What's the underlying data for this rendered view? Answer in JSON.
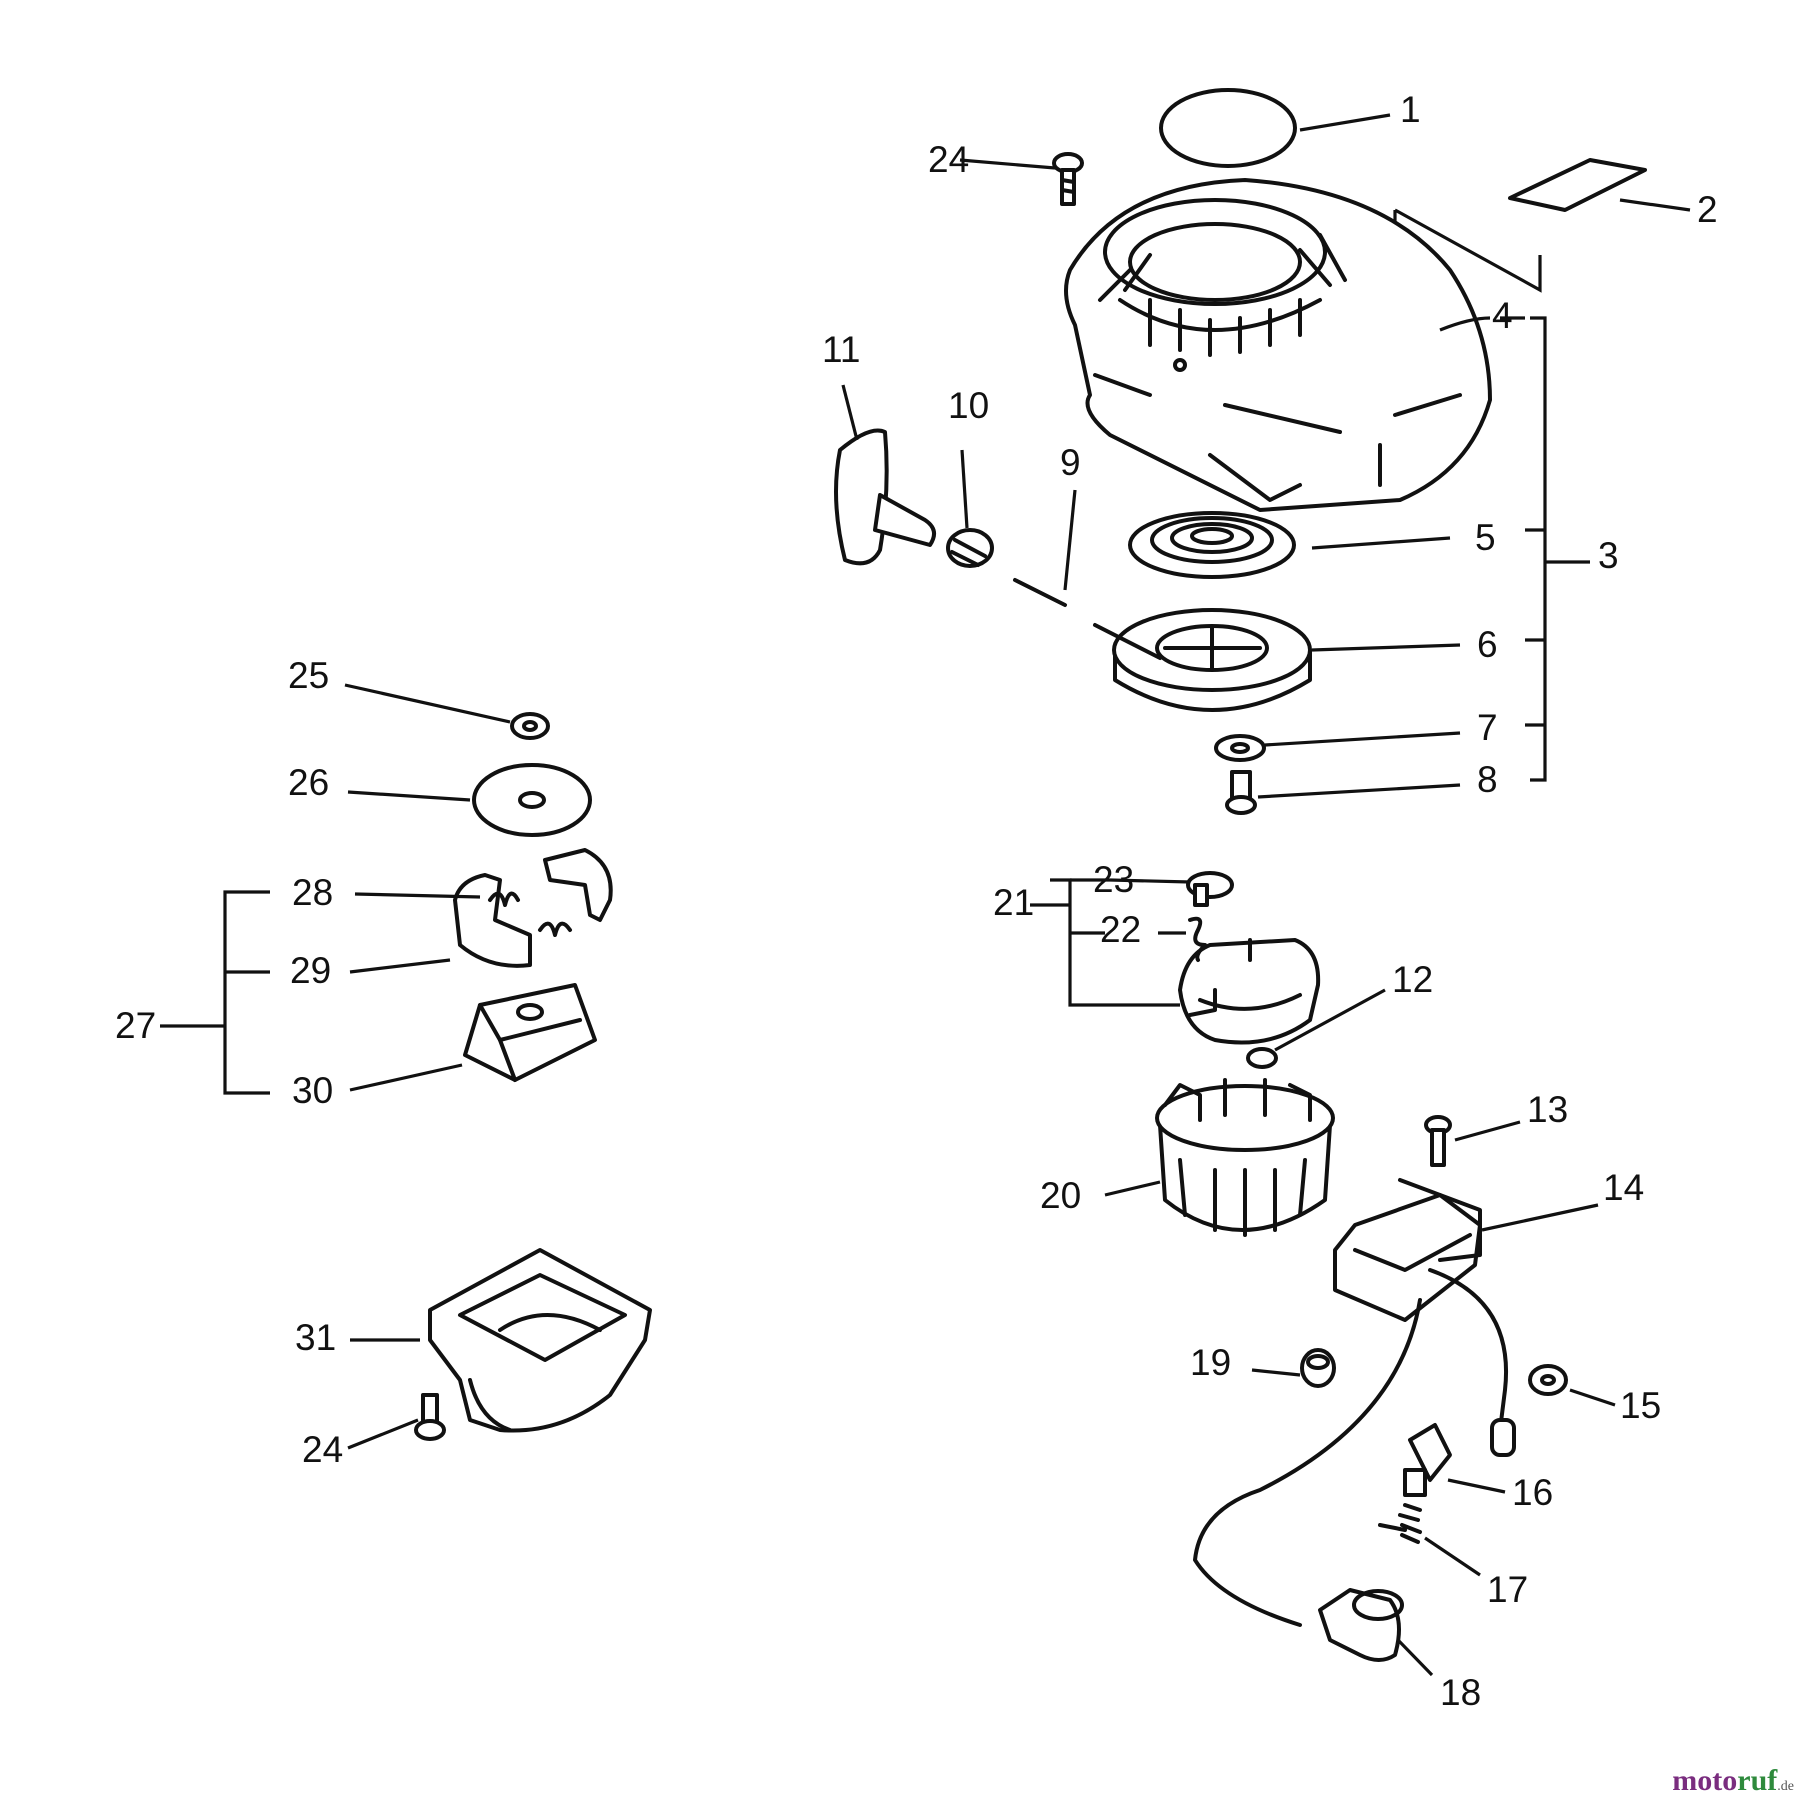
{
  "diagram": {
    "callouts": [
      "1",
      "2",
      "3",
      "4",
      "5",
      "6",
      "7",
      "8",
      "9",
      "10",
      "11",
      "12",
      "13",
      "14",
      "15",
      "16",
      "17",
      "18",
      "19",
      "20",
      "21",
      "22",
      "23",
      "24",
      "25",
      "26",
      "27",
      "28",
      "29",
      "30",
      "31"
    ],
    "callout_24_repeat": "24"
  },
  "watermark": {
    "part1": "moto",
    "part2": "ruf",
    "suffix": ".de"
  }
}
